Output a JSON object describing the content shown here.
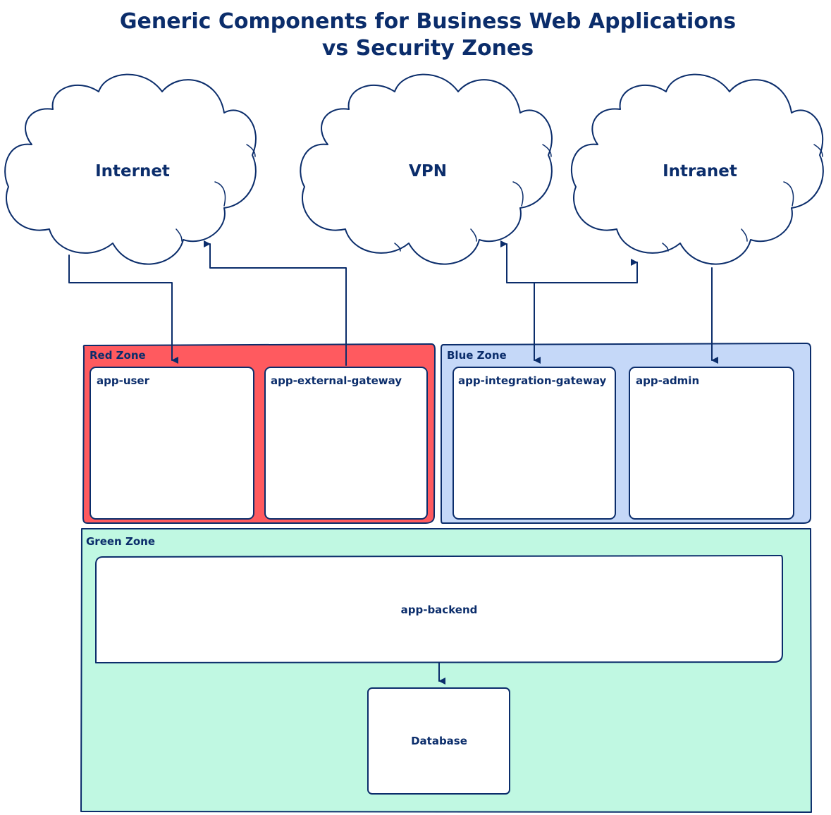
{
  "title": {
    "line1": "Generic Components for Business Web Applications",
    "line2": "vs Security Zones"
  },
  "clouds": {
    "internet": "Internet",
    "vpn": "VPN",
    "intranet": "Intranet"
  },
  "zones": {
    "red": "Red Zone",
    "blue": "Blue Zone",
    "green": "Green Zone"
  },
  "components": {
    "app_user": "app-user",
    "app_external_gateway": "app-external-gateway",
    "app_integration_gateway": "app-integration-gateway",
    "app_admin": "app-admin",
    "app_backend": "app-backend",
    "database": "Database"
  },
  "colors": {
    "ink": "#0b2d6b",
    "red_zone": "#ff5a5f",
    "blue_zone": "#c5d8f8",
    "green_zone": "#c0f8e2",
    "box": "#ffffff"
  }
}
